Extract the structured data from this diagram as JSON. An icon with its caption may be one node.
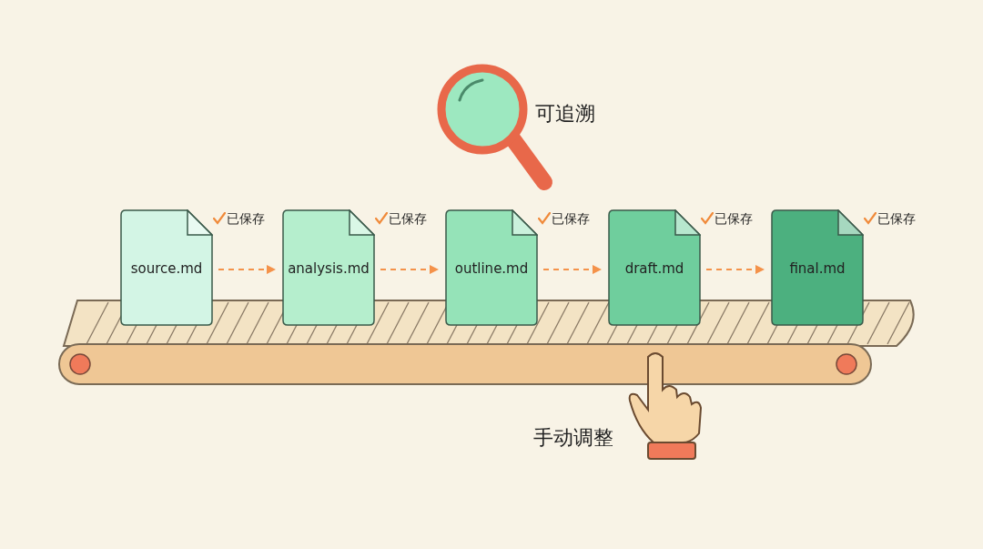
{
  "diagram": {
    "nodes": [
      {
        "text": [
          "source.md"
        ],
        "beside": [
          "已保存"
        ]
      },
      {
        "text": [
          "analysis.md"
        ],
        "beside": [
          "已保存"
        ]
      },
      {
        "text": [
          "outline.md"
        ],
        "beside": [
          "已保存"
        ]
      },
      {
        "text": [
          "draft.md"
        ],
        "beside": [
          "已保存"
        ]
      },
      {
        "text": [
          "final.md"
        ],
        "beside": [
          "已保存"
        ]
      }
    ],
    "edges": [
      {
        "from": 0,
        "to": 1,
        "arrow": "to",
        "style": "dashed"
      },
      {
        "from": 1,
        "to": 2,
        "arrow": "to",
        "style": "dashed"
      },
      {
        "from": 2,
        "to": 3,
        "arrow": "to",
        "style": "dashed"
      },
      {
        "from": 3,
        "to": 4,
        "arrow": "to",
        "style": "dashed"
      }
    ],
    "labels": [
      "可追溯",
      "手动调整"
    ]
  }
}
